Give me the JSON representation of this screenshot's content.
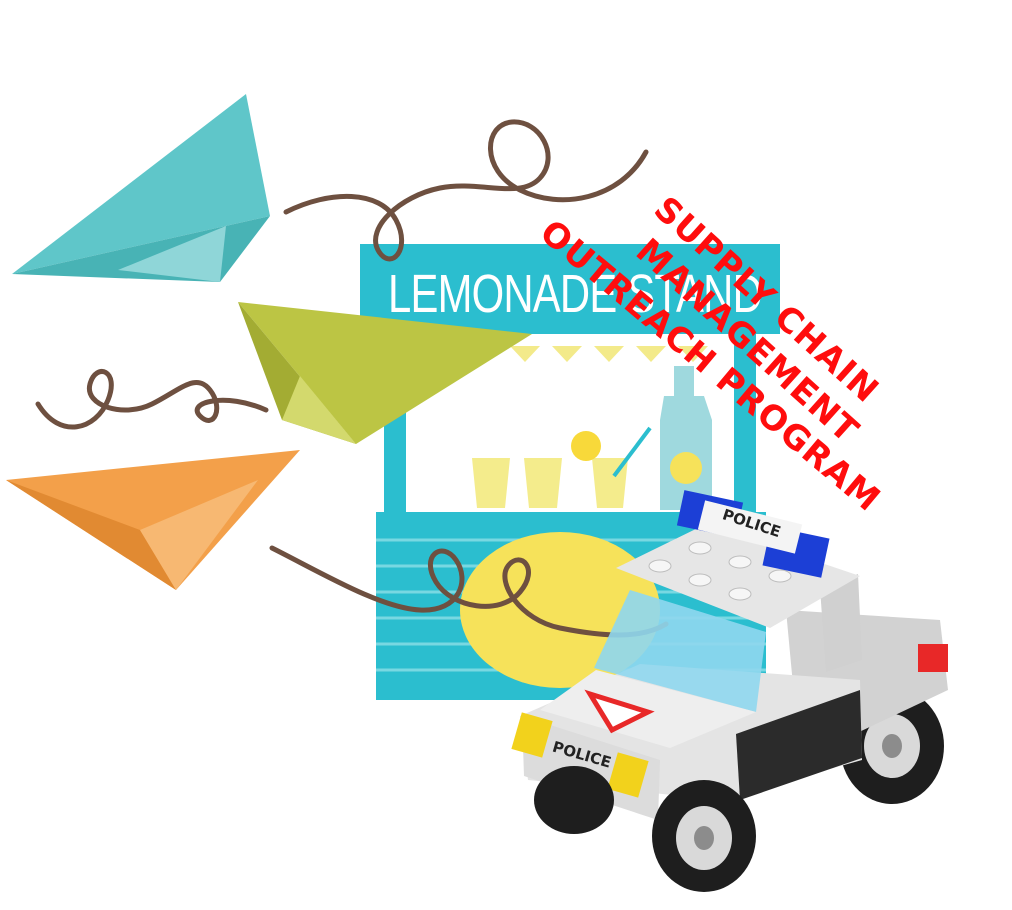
{
  "stand": {
    "sign_text": "LEMONADE STAND"
  },
  "truck": {
    "roof_label": "POLICE",
    "front_label": "POLICE"
  },
  "overlay": {
    "line1": "SUPPLY CHAIN",
    "line2": "MANAGEMENT",
    "line3": "OUTREACH PROGRAM"
  },
  "colors": {
    "stand_teal": "#2bbecf",
    "plane_teal": "#5fc6c9",
    "plane_green": "#bcc544",
    "plane_orange": "#f3a04a",
    "string_brown": "#6e5040",
    "overlay_red": "#ff0d0d",
    "lemonade_yellow": "#f6e25a"
  }
}
